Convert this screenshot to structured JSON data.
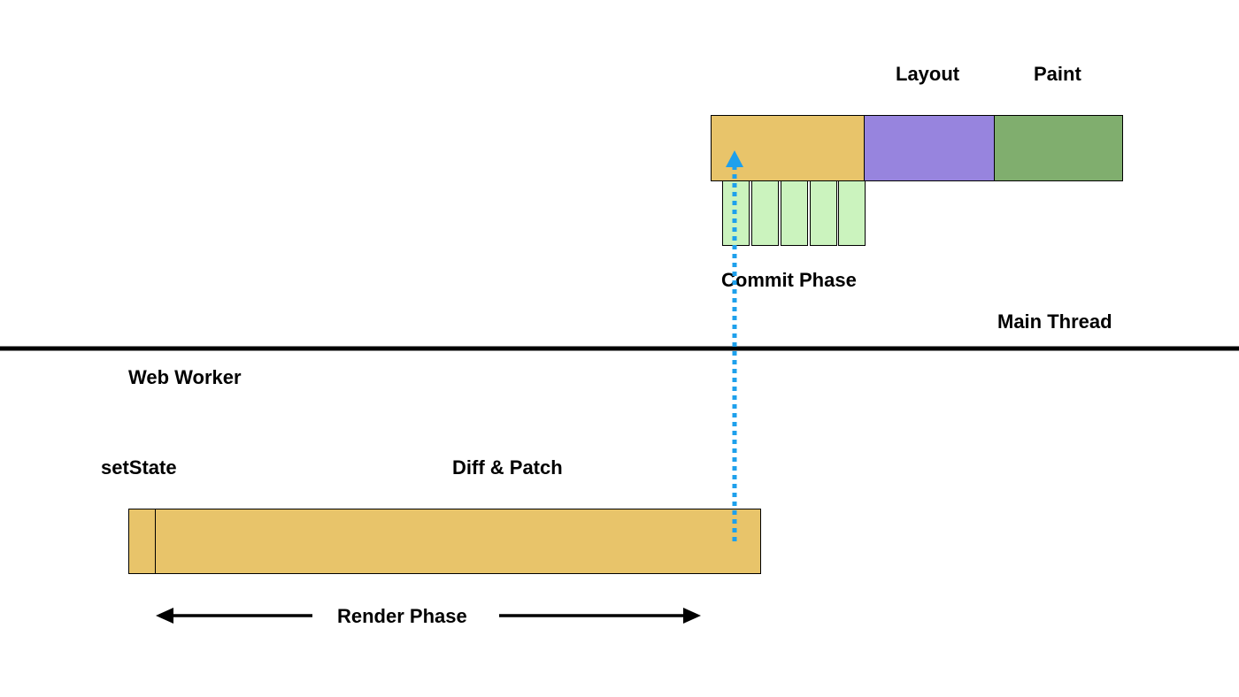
{
  "labels": {
    "layout": "Layout",
    "paint": "Paint",
    "commit_phase": "Commit Phase",
    "main_thread": "Main Thread",
    "web_worker": "Web Worker",
    "set_state": "setState",
    "diff_patch": "Diff & Patch",
    "render_phase": "Render Phase"
  },
  "colors": {
    "render_block": "#e8c46a",
    "layout_block": "#9784de",
    "paint_block": "#80ae6e",
    "commit_cell": "#cbf3be",
    "commit_arrow": "#1ea0ec",
    "divider": "#000000"
  }
}
